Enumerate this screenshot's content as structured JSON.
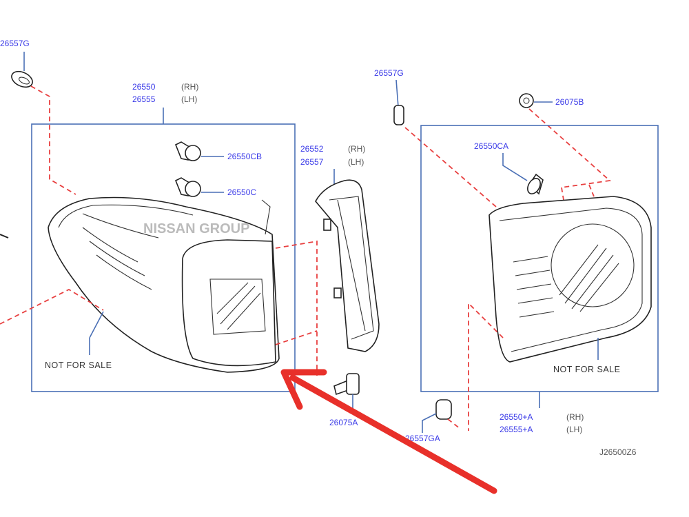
{
  "diagram": {
    "left_assembly": {
      "part_numbers": [
        "26550",
        "26555"
      ],
      "sides": [
        "(RH)",
        "(LH)"
      ],
      "bulbs": [
        "26550CB",
        "26550C"
      ],
      "clip": "26557G",
      "note": "NOT  FOR  SALE"
    },
    "center": {
      "part_numbers": [
        "26552",
        "26557"
      ],
      "sides": [
        "(RH)",
        "(LH)"
      ],
      "screw": "26075A"
    },
    "right_assembly": {
      "clip_top": "26557G",
      "nut": "26075B",
      "bulb": "26550CA",
      "part_numbers": [
        "26550+A",
        "26555+A"
      ],
      "sides": [
        "(RH)",
        "(LH)"
      ],
      "clip_bottom": "26557GA",
      "note": "NOT  FOR  SALE"
    },
    "watermark": "NISSAN GROUP",
    "diagram_id": "J26500Z6",
    "annotation_color": "#e8302a"
  }
}
